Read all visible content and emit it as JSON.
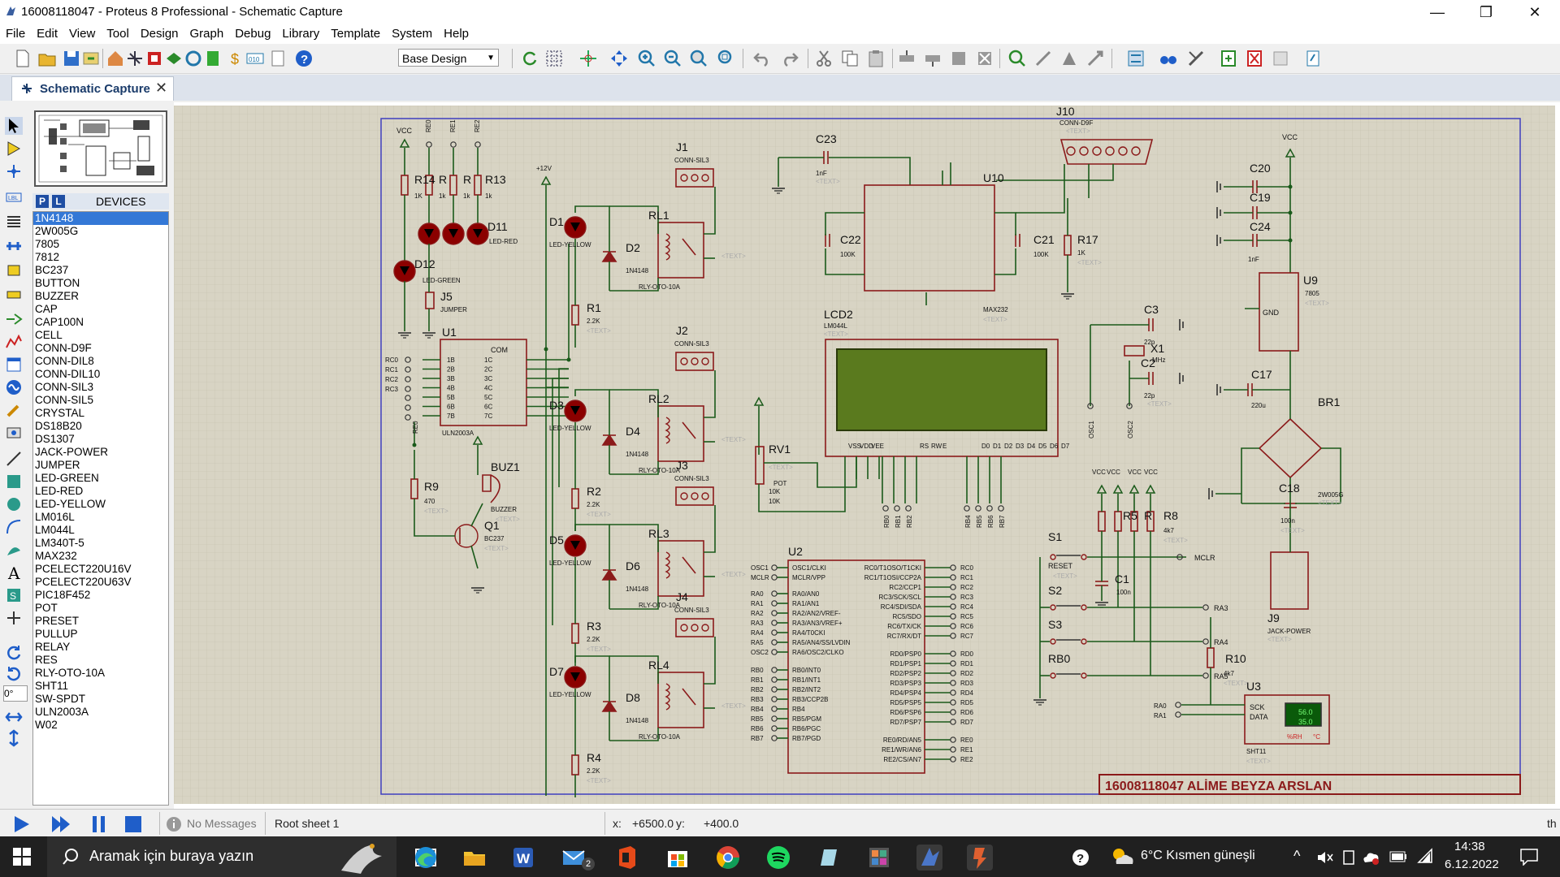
{
  "window": {
    "title": "16008118047 - Proteus 8 Professional - Schematic Capture",
    "minimize": "—",
    "maximize": "❐",
    "close": "✕"
  },
  "menu": [
    "File",
    "Edit",
    "View",
    "Tool",
    "Design",
    "Graph",
    "Debug",
    "Library",
    "Template",
    "System",
    "Help"
  ],
  "toolbar": {
    "design_select": "Base Design"
  },
  "tab": {
    "label": "Schematic Capture",
    "close": "✕"
  },
  "devices": {
    "header": "DEVICES",
    "p_label": "P",
    "l_label": "L",
    "items": [
      "1N4148",
      "2W005G",
      "7805",
      "7812",
      "BC237",
      "BUTTON",
      "BUZZER",
      "CAP",
      "CAP100N",
      "CELL",
      "CONN-D9F",
      "CONN-DIL8",
      "CONN-DIL10",
      "CONN-SIL3",
      "CONN-SIL5",
      "CRYSTAL",
      "DS18B20",
      "DS1307",
      "JACK-POWER",
      "JUMPER",
      "LED-GREEN",
      "LED-RED",
      "LED-YELLOW",
      "LM016L",
      "LM044L",
      "LM340T-5",
      "MAX232",
      "PCELECT220U16V",
      "PCELECT220U63V",
      "PIC18F452",
      "POT",
      "PRESET",
      "PULLUP",
      "RELAY",
      "RES",
      "RLY-OTO-10A",
      "SHT11",
      "SW-SPDT",
      "ULN2003A",
      "W02"
    ],
    "selected_index": 0
  },
  "left_tools": {
    "rotation": "0°"
  },
  "schematic": {
    "footer_label": "16008118047 ALİME BEYZA ARSLAN",
    "labels": {
      "vcc": "VCC",
      "re0": "RE0",
      "re1": "RE1",
      "re2": "RE2",
      "r14": "R14",
      "r15": "R",
      "r16": "R",
      "r13": "R13",
      "r1k_a": "1K",
      "r1k_b": "1k",
      "r1k_c": "1k",
      "r1k_d": "1k",
      "d11": "D11",
      "led_red": "LED-RED",
      "d12": "D12",
      "led_green": "LED-GREEN",
      "j5": "J5",
      "jumper": "JUMPER",
      "u1": "U1",
      "uln": "ULN2003A",
      "com": "COM",
      "rc0": "RC0",
      "rc1": "RC1",
      "rc2": "RC2",
      "rc3": "RC3",
      "plus12": "+12V",
      "d1": "D1",
      "d3": "D3",
      "d5": "D5",
      "d7": "D7",
      "led_yellow": "LED-YELLOW",
      "d2": "D2",
      "d4": "D4",
      "d6": "D6",
      "d8": "D8",
      "n4148": "1N4148",
      "rl1": "RL1",
      "rl2": "RL2",
      "rl3": "RL3",
      "rl4": "RL4",
      "rly": "RLY-OTO-10A",
      "r1": "R1",
      "r2": "R2",
      "r3": "R3",
      "r4": "R4",
      "r22k": "2.2K",
      "j1": "J1",
      "j2": "J2",
      "j3": "J3",
      "j4": "J4",
      "sil3": "CONN-SIL3",
      "buz1": "BUZ1",
      "buzzer": "BUZZER",
      "r9": "R9",
      "r470": "470",
      "q1": "Q1",
      "bc237": "BC237",
      "c23": "C23",
      "c1nf": "1nF",
      "u10": "U10",
      "max232": "MAX232",
      "c22": "C22",
      "c21": "C21",
      "c100k": "100K",
      "j10": "J10",
      "d9f": "CONN-D9F",
      "r17": "R17",
      "c20": "C20",
      "c19": "C19",
      "c24": "C24",
      "u9": "U9",
      "u7805": "7805",
      "gnd": "GND",
      "c3": "C3",
      "c2": "C2",
      "c22p": "22p",
      "x1": "X1",
      "mhz": "MHz",
      "osc1": "OSC1",
      "osc2": "OSC2",
      "c17": "C17",
      "c220u": "220u",
      "br1": "BR1",
      "w005": "2W005G",
      "c18": "C18",
      "c100n": "100n",
      "j9": "J9",
      "jack": "JACK-POWER",
      "lcd2": "LCD2",
      "lm044l": "LM044L",
      "rv1": "RV1",
      "pot": "POT",
      "k10": "10K",
      "rb0": "RB0",
      "rb1": "RB1",
      "rb2": "RB2",
      "rb4": "RB4",
      "rb5": "RB5",
      "rb6": "RB6",
      "rb7": "RB7",
      "u2": "U2",
      "s1": "S1",
      "s2": "S2",
      "s3": "S3",
      "reset": "RESET",
      "r5": "R5",
      "r7": "R",
      "r8": "R8",
      "r4k7": "4k7",
      "c1": "C1",
      "mclr": "MCLR",
      "ra3": "RA3",
      "ra4": "RA4",
      "ra5": "RA5",
      "r10": "R10",
      "u3": "U3",
      "sck": "SCK",
      "data": "DATA",
      "sht11": "SHT11",
      "ra0": "RA0",
      "ra1": "RA1",
      "sht_t": "56.0",
      "sht_h": "35.0",
      "rh": "%RH",
      "degc": "°C",
      "text": "<TEXT>"
    },
    "pic_left": [
      "OSC1/CLKI",
      "MCLR/VPP",
      "RA0/AN0",
      "RA1/AN1",
      "RA2/AN2/VREF-",
      "RA3/AN3/VREF+",
      "RA4/T0CKI",
      "RA5/AN4/SS/LVDIN",
      "RA6/OSC2/CLKO",
      "RB0/INT0",
      "RB1/INT1",
      "RB2/INT2",
      "RB3/CCP2B",
      "RB4",
      "RB5/PGM",
      "RB6/PGC",
      "RB7/PGD"
    ],
    "pic_left_nets": [
      "OSC1",
      "MCLR",
      "RA0",
      "RA1",
      "RA2",
      "RA3",
      "RA4",
      "RA5",
      "OSC2",
      "RB0",
      "RB1",
      "RB2",
      "RB3",
      "RB4",
      "RB5",
      "RB6",
      "RB7"
    ],
    "pic_right": [
      "RC0/T1OSO/T1CKI",
      "RC1/T1OSI/CCP2A",
      "RC2/CCP1",
      "RC3/SCK/SCL",
      "RC4/SDI/SDA",
      "RC5/SDO",
      "RC6/TX/CK",
      "RC7/RX/DT",
      "RD0/PSP0",
      "RD1/PSP1",
      "RD2/PSP2",
      "RD3/PSP3",
      "RD4/PSP4",
      "RD5/PSP5",
      "RD6/PSP6",
      "RD7/PSP7",
      "RE0/RD/AN5",
      "RE1/WR/AN6",
      "RE2/CS/AN7"
    ],
    "pic_right_nets": [
      "RC0",
      "RC1",
      "RC2",
      "RC3",
      "RC4",
      "RC5",
      "RC6",
      "RC7",
      "RD0",
      "RD1",
      "RD2",
      "RD3",
      "RD4",
      "RD5",
      "RD6",
      "RD7",
      "RE0",
      "RE1",
      "RE2"
    ],
    "uln_in": [
      "1B",
      "2B",
      "3B",
      "4B",
      "5B",
      "6B",
      "7B"
    ],
    "uln_out": [
      "1C",
      "2C",
      "3C",
      "4C",
      "5C",
      "6C",
      "7C"
    ],
    "lcd_pins": [
      "VSS",
      "VDD",
      "VEE",
      "RS",
      "RW",
      "E",
      "D0",
      "D1",
      "D2",
      "D3",
      "D4",
      "D5",
      "D6",
      "D7"
    ],
    "colors": {
      "wire": "#1a5a1a",
      "component": "#8b1a1a",
      "grid_bg": "#d8d4c4",
      "sheet_border": "#3f3fbf",
      "lcd_screen": "#5a7a1e"
    }
  },
  "status": {
    "messages": "No Messages",
    "sheet": "Root sheet 1",
    "x_label": "x:",
    "x_value": "+6500.0",
    "y_label": "y:",
    "y_value": "+400.0",
    "units": "th"
  },
  "taskbar": {
    "search_placeholder": "Aramak için buraya yazın",
    "mail_badge": "2",
    "weather": "6°C  Kısmen güneşli",
    "time": "14:38",
    "date": "6.12.2022"
  }
}
